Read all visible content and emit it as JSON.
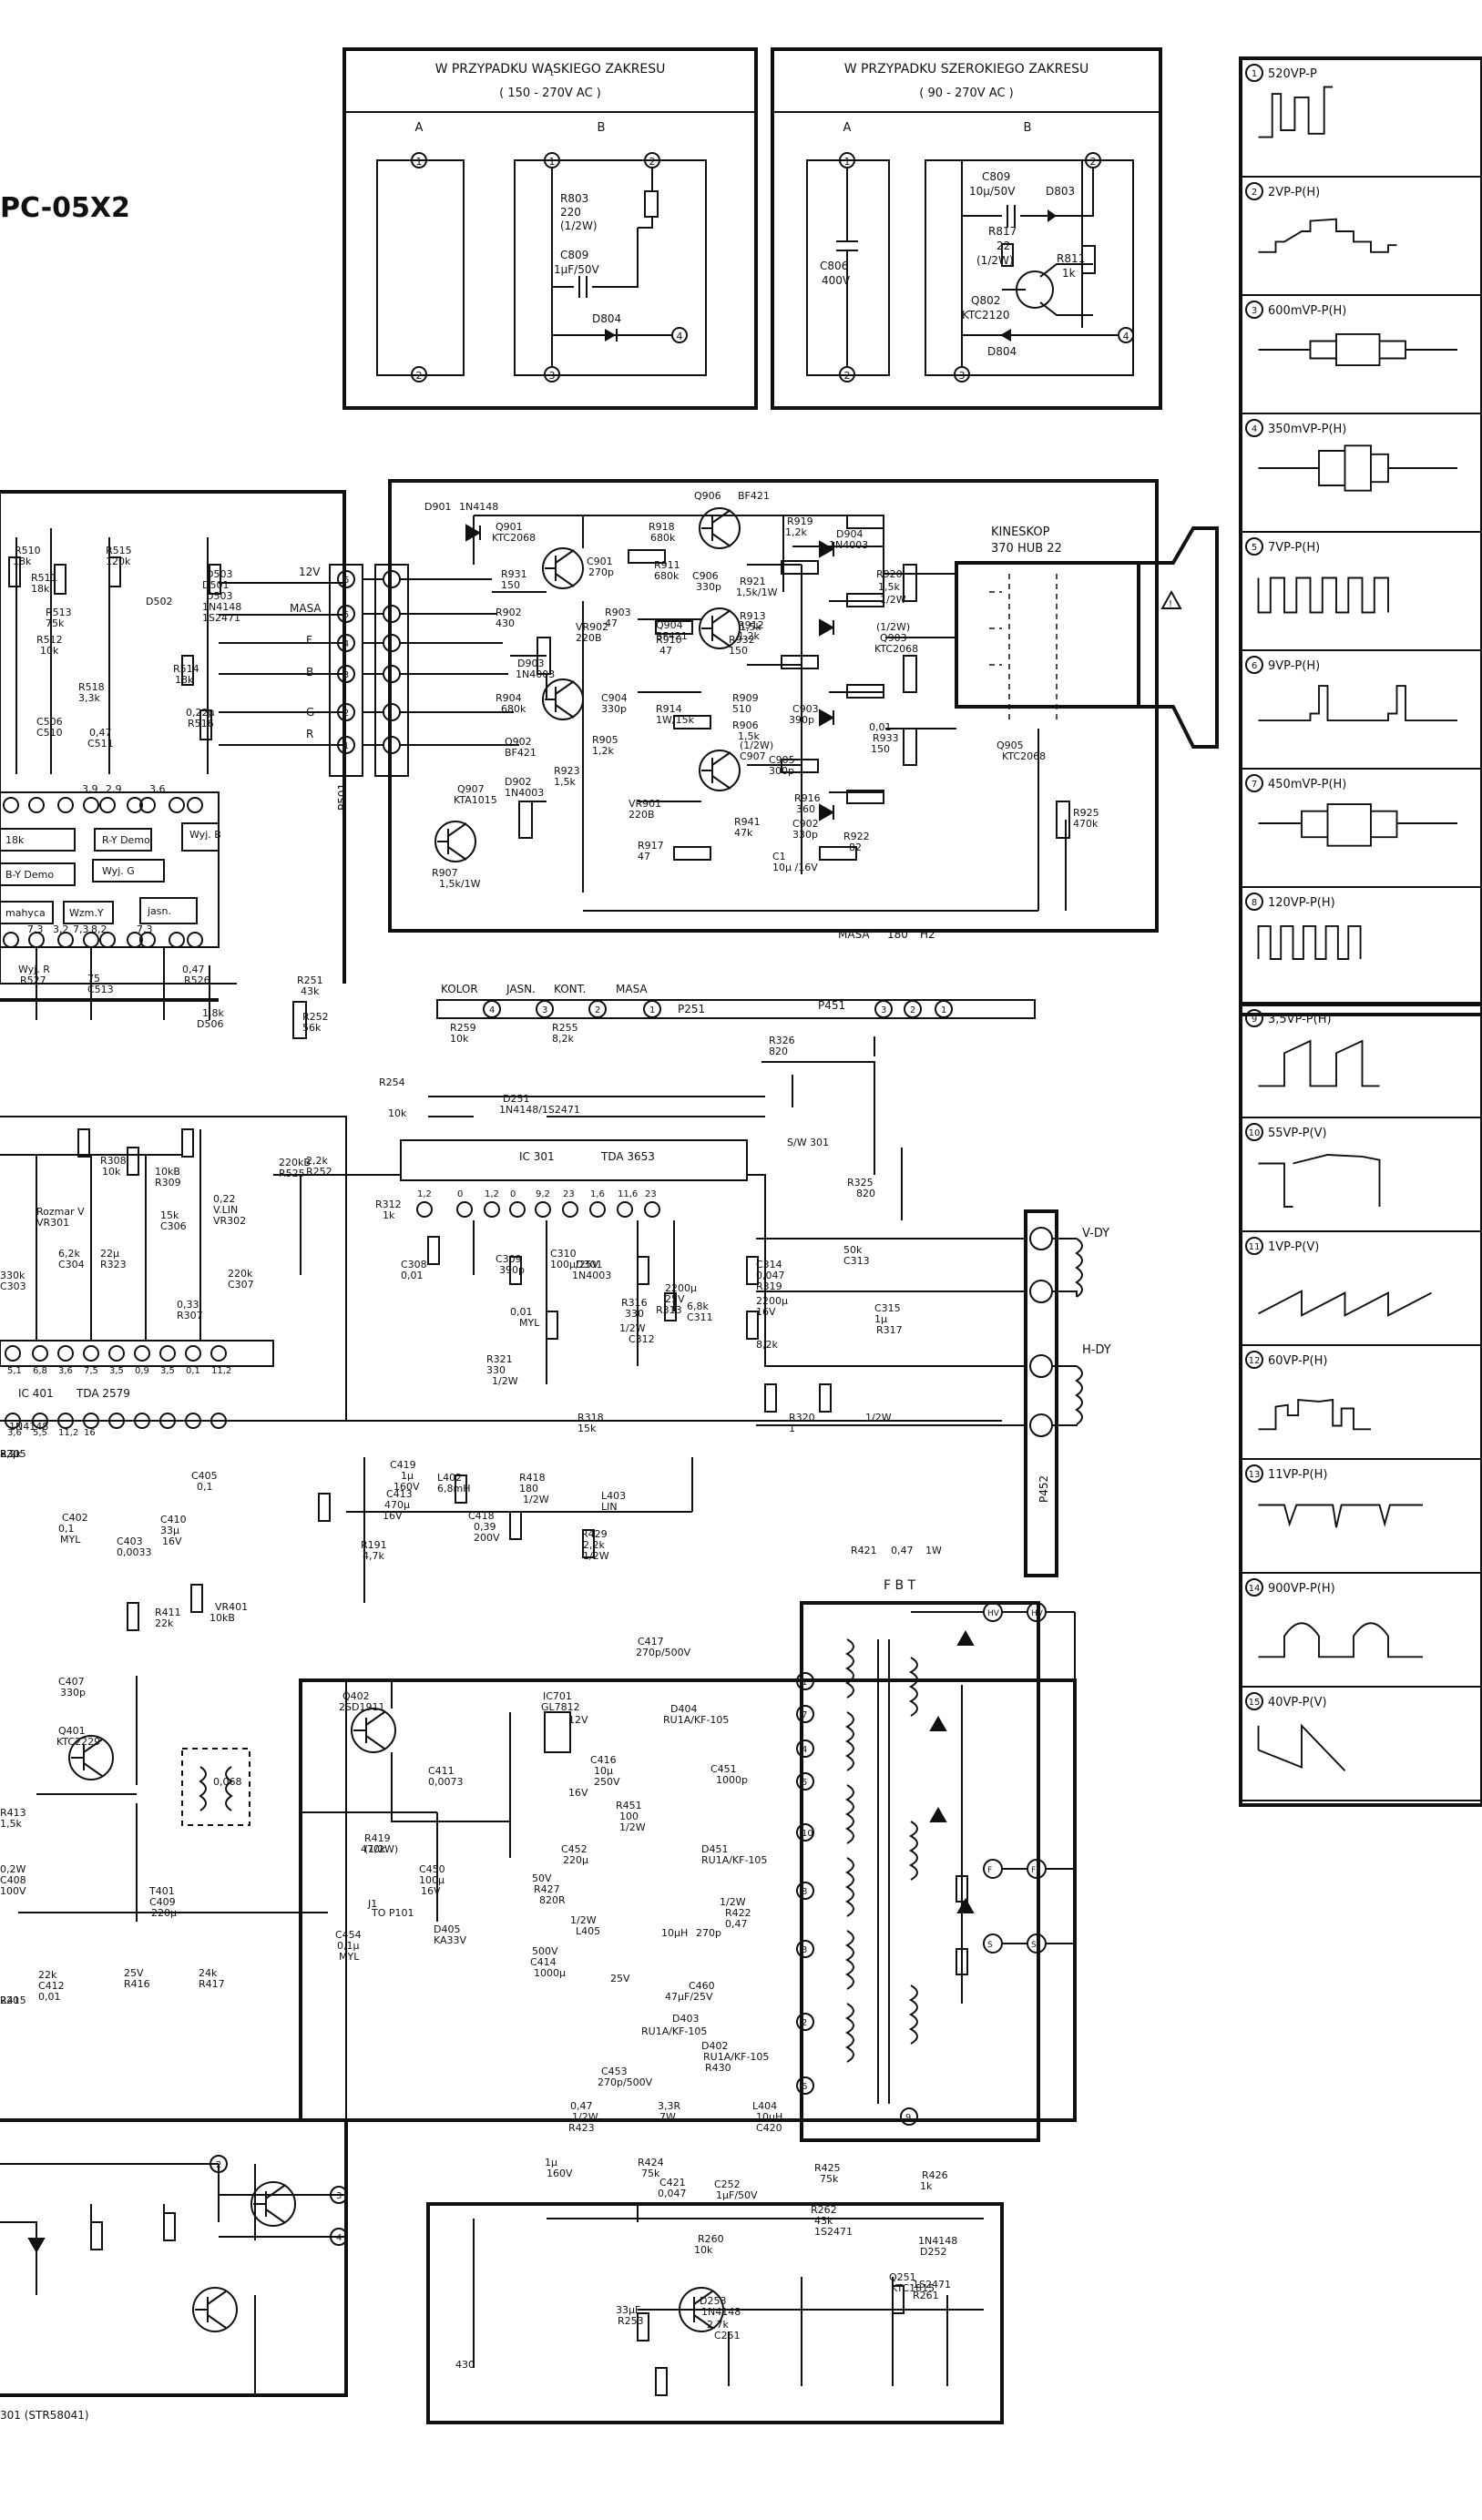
{
  "model_title": "PC-05X2",
  "narrow_range_box": {
    "title": "W PRZYPADKU WĄSKIEGO ZAKRESU",
    "range": "( 150 - 270V AC )",
    "col_a": "A",
    "col_b": "B",
    "parts": [
      "R803",
      "220",
      "(1/2W)",
      "C809",
      "1μF/50V",
      "D804"
    ]
  },
  "wide_range_box": {
    "title": "W PRZYPADKU SZEROKIEGO ZAKRESU",
    "range": "( 90 - 270V AC )",
    "col_a": "A",
    "col_b": "B",
    "parts": [
      "C806",
      "400V",
      "C809",
      "10μ/50V",
      "D803",
      "R817",
      "22",
      "(1/2W)",
      "R811",
      "1k",
      "Q802",
      "KTC2120",
      "D804"
    ]
  },
  "waveforms": [
    {
      "n": "1",
      "label": "520VP-P",
      "shape": "w1"
    },
    {
      "n": "2",
      "label": "2VP-P(H)",
      "shape": "w2"
    },
    {
      "n": "3",
      "label": "600mVP-P(H)",
      "shape": "w3"
    },
    {
      "n": "4",
      "label": "350mVP-P(H)",
      "shape": "w4"
    },
    {
      "n": "5",
      "label": "7VP-P(H)",
      "shape": "w5"
    },
    {
      "n": "6",
      "label": "9VP-P(H)",
      "shape": "w6"
    },
    {
      "n": "7",
      "label": "450mVP-P(H)",
      "shape": "w7"
    },
    {
      "n": "8",
      "label": "120VP-P(H)",
      "shape": "w8"
    },
    {
      "n": "9",
      "label": "3,5VP-P(H)",
      "shape": "w9"
    },
    {
      "n": "10",
      "label": "55VP-P(V)",
      "shape": "w10"
    },
    {
      "n": "11",
      "label": "1VP-P(V)",
      "shape": "w11"
    },
    {
      "n": "12",
      "label": "60VP-P(H)",
      "shape": "w12"
    },
    {
      "n": "13",
      "label": "11VP-P(H)",
      "shape": "w13"
    },
    {
      "n": "14",
      "label": "900VP-P(H)",
      "shape": "w14"
    },
    {
      "n": "15",
      "label": "40VP-P(V)",
      "shape": "w15"
    }
  ],
  "crt_board": {
    "kineskop": "KINESKOP",
    "tube": "370 HUB 22",
    "connector": "P501",
    "pins": [
      "12V",
      "MASA",
      "F",
      "B",
      "G",
      "R"
    ],
    "labels": [
      "D901",
      "1N4148",
      "Q906",
      "BF421",
      "R919",
      "1,2k",
      "D904",
      "1N4003",
      "R920",
      "1,5k",
      "1/2W",
      "Q901",
      "KTC2068",
      "R918",
      "680k",
      "R931",
      "150",
      "C901",
      "270p",
      "R911",
      "680k",
      "C906",
      "330p",
      "R921",
      "1,5k/1W",
      "R902",
      "430",
      "VR902",
      "220B",
      "R903",
      "47",
      "Q904",
      "BF421",
      "R912",
      "1,2k",
      "R913",
      "1,5k",
      "(1/2W)",
      "Q903",
      "KTC2068",
      "D903",
      "1N4003",
      "R932",
      "150",
      "R910",
      "47",
      "R904",
      "680k",
      "C904",
      "330p",
      "R914",
      "1W/15k",
      "R909",
      "510",
      "C903",
      "390p",
      "Q902",
      "BF421",
      "R905",
      "1,2k",
      "R906",
      "1,5k",
      "(1/2W)",
      "C907",
      "0,01",
      "R933",
      "150",
      "Q905",
      "KTC2068",
      "D902",
      "1N4003",
      "R923",
      "1,5k",
      "C905",
      "300p",
      "Q907",
      "KTA1015",
      "R925",
      "470k",
      "VR901",
      "220B",
      "R916",
      "360",
      "R917",
      "47",
      "C902",
      "330p",
      "R941",
      "47k",
      "R922",
      "82",
      "R907",
      "1,5k/1W",
      "C1",
      "10μ /16V"
    ],
    "masa": "MASA",
    "masa_val": "180",
    "h2": "H2",
    "p451": "P451"
  },
  "control_strip": {
    "labels": [
      "KOLOR",
      "JASN.",
      "KONT.",
      "MASA"
    ],
    "connector": "P251",
    "parts": [
      "R251",
      "43k",
      "R252",
      "56k",
      "R259",
      "10k",
      "R255",
      "8,2k",
      "R326",
      "820",
      "S/W 301",
      "R325",
      "820",
      "R254",
      "10k",
      "D251",
      "1N4148/1S2471"
    ]
  },
  "vertical": {
    "ic": "IC 301",
    "ic_type": "TDA 3653",
    "pins": [
      "1,2",
      "0",
      "1,2",
      "0",
      "9,2",
      "23",
      "1,6",
      "11,6",
      "23"
    ],
    "parts": [
      "R312",
      "1k",
      "C308",
      "0,01",
      "C309",
      "390p",
      "C310",
      "100μ/25V",
      "D301",
      "1N4003",
      "R316",
      "330",
      "1/2W",
      "C312",
      "2200μ",
      "25V",
      "R313",
      "6,8k",
      "C311",
      "0,01",
      "MYL",
      "R321",
      "330",
      "1/2W",
      "C314",
      "0,047",
      "R319",
      "50k",
      "C313",
      "2200μ",
      "16V",
      "C315",
      "1μ",
      "R317",
      "8,2k",
      "R318",
      "15k",
      "R320",
      "1",
      "1/2W"
    ],
    "vdy": "V-DY",
    "hdy": "H-DY",
    "p452": "P452"
  },
  "signal_left": {
    "parts": [
      "R510",
      "18k",
      "R511",
      "18k",
      "R515",
      "120k",
      "D503",
      "D501",
      "D503",
      "1N4148",
      "1S2471",
      "D502",
      "R513",
      "75k",
      "R512",
      "10k",
      "R514",
      "18k",
      "R518",
      "3,3k",
      "C506",
      "C510",
      "0,47",
      "C511",
      "0,22μ",
      "R516",
      "18k",
      "B-Y Demo",
      "R-Y Demo",
      "Wyj. B",
      "Wyj. G",
      "mahyca",
      "Wzm.Y",
      "jasn.",
      "Wyj. R",
      "R527",
      "75",
      "C513",
      "0,47",
      "R526",
      "1,8k",
      "D506",
      "1N4148"
    ],
    "pin_values": [
      "3,9",
      "2,9",
      "3,6",
      "7,3",
      "3,2",
      "7,3",
      "8,2",
      "7,3"
    ]
  },
  "h_osc": {
    "ic": "IC 401",
    "ic_type": "TDA 2579",
    "parts": [
      "R308",
      "10k",
      "Rozmar V",
      "VR301",
      "10kB",
      "R309",
      "15k",
      "C306",
      "0,22",
      "V.LIN",
      "VR302",
      "220kB",
      "R525",
      "2,2k",
      "R252",
      "6,2k",
      "C304",
      "22μ",
      "R323",
      "220k",
      "C307",
      "0,33",
      "R307",
      "330k",
      "C303",
      "22μ",
      "R305",
      "8,2k"
    ],
    "pin_values": [
      "5,1",
      "6,8",
      "3,6",
      "7,5",
      "3,5",
      "0,9",
      "3,5",
      "0,1",
      "11,2",
      "3,6",
      "5,5",
      "11,2",
      "16"
    ],
    "parts2": [
      "C405",
      "0,1",
      "C402",
      "0,1",
      "MYL",
      "C410",
      "33μ",
      "16V",
      "C403",
      "0,0033",
      "R411",
      "22k",
      "VR401",
      "10kB"
    ]
  },
  "h_drive": {
    "parts": [
      "C419",
      "1μ",
      "160V",
      "L402",
      "6,8mH",
      "R418",
      "180",
      "1/2W",
      "L403",
      "LIN",
      "C413",
      "470μ",
      "16V",
      "C418",
      "0,39",
      "200V",
      "R429",
      "2,2k",
      "1/2W",
      "R191",
      "4,7k",
      "R421",
      "0,47",
      "1W"
    ],
    "fbt": "F B T",
    "q": [
      "Q402",
      "2SD1911",
      "C411",
      "0,0073",
      "R419",
      "470k",
      "(1/2W)",
      "C450",
      "100μ",
      "16V",
      "J1",
      "TO P101",
      "C454",
      "0,1μ",
      "MYL",
      "D405",
      "KA33V",
      "C407",
      "330p",
      "Q401",
      "KTC2229",
      "R413",
      "1,5k",
      "0,2W",
      "C408",
      "0,068",
      "T401",
      "C409",
      "220μ",
      "25V",
      "R416",
      "24k",
      "R417",
      "22k",
      "C412",
      "0,01",
      "100V",
      "R415",
      "220"
    ]
  },
  "power_secondary": {
    "parts": [
      "IC701",
      "GL7812",
      "12V",
      "C416",
      "10μ",
      "250V",
      "16V",
      "C417",
      "270p/500V",
      "D404",
      "RU1A/KF-105",
      "R451",
      "100",
      "1/2W",
      "C451",
      "1000p",
      "D451",
      "RU1A/KF-105",
      "C452",
      "220μ",
      "50V",
      "R427",
      "820R",
      "1/2W",
      "R422",
      "0,47",
      "1/2W",
      "L405",
      "10μH",
      "270p",
      "500V",
      "C414",
      "1000μ",
      "25V",
      "C460",
      "47μF/25V",
      "D403",
      "RU1A/KF-105",
      "C453",
      "270p/500V",
      "D402",
      "RU1A/KF-105",
      "R430",
      "0,47",
      "1/2W",
      "R423",
      "3,3R",
      "7W",
      "L404",
      "10μH",
      "C420",
      "1μ",
      "160V",
      "R424",
      "75k",
      "R425",
      "75k",
      "R426",
      "1k",
      "C421",
      "0,047",
      "C252",
      "1μF/50V",
      "R262",
      "43k",
      "1S2471",
      "1N4148",
      "D252",
      "R260",
      "10k",
      "Q251",
      "KTC1815",
      "D253",
      "1N4148",
      "1S2471",
      "R261",
      "2,7k",
      "C251",
      "33μF",
      "R253",
      "430"
    ],
    "fbt_pins": [
      "HV",
      "F",
      "S"
    ],
    "pin_numbers": [
      "1",
      "7",
      "4",
      "5",
      "10",
      "8",
      "3",
      "2",
      "6",
      "9"
    ]
  },
  "power_primary": {
    "footer": "301 (STR58041)"
  }
}
